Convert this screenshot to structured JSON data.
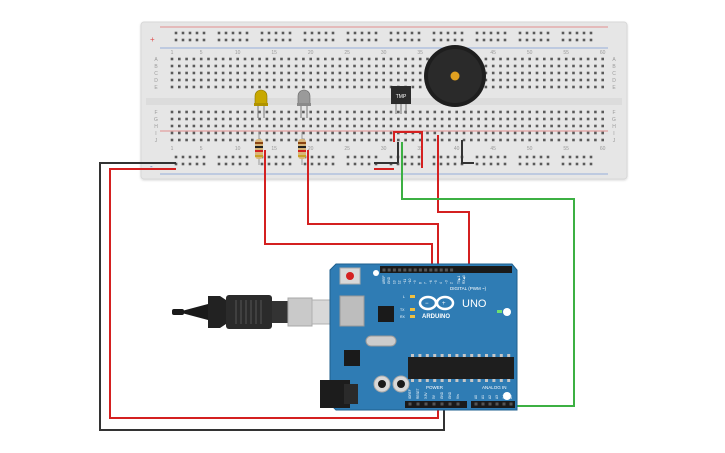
{
  "breadboard": {
    "column_numbers": [
      "1",
      "5",
      "10",
      "15",
      "20",
      "25",
      "30",
      "35",
      "40",
      "45",
      "50",
      "55",
      "60"
    ],
    "row_letters_top": [
      "A",
      "B",
      "C",
      "D",
      "E"
    ],
    "row_letters_bottom": [
      "F",
      "G",
      "H",
      "I",
      "J"
    ],
    "rail_sign_plus": "+",
    "rail_sign_minus": "-"
  },
  "components": {
    "led1_color": "#c8a800",
    "led2_color": "#9a9a9a",
    "sensor_label": "TMP"
  },
  "arduino": {
    "logo_text": "ARDUINO",
    "model": "UNO",
    "digital_label": "DIGITAL (PWM ~)",
    "power_label": "POWER",
    "analog_label": "ANALOG IN",
    "on_label": "ON",
    "l_label": "L",
    "tx_label": "TX",
    "rx_label": "RX",
    "aref_label": "AREF",
    "gnd_label": "GND",
    "tx_pin_label": "TX▶1",
    "rx_pin_label": "RX◀0",
    "digital_pins": [
      "13",
      "12",
      "~11",
      "~10",
      "~9",
      "8",
      "7",
      "~6",
      "~5",
      "4",
      "~3",
      "2"
    ],
    "power_pins": [
      "IOREF",
      "RESET",
      "3.3V",
      "5V",
      "GND",
      "GND",
      "Vin"
    ],
    "analog_pins": [
      "A0",
      "A1",
      "A2",
      "A3",
      "A4",
      "A5"
    ]
  },
  "wire_colors": {
    "red": "#d42020",
    "black": "#333333",
    "green": "#3cb043"
  }
}
